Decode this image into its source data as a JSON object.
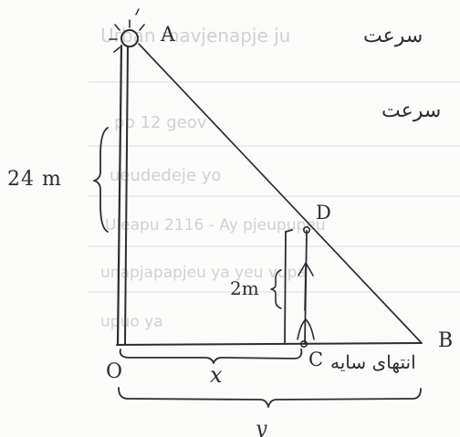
{
  "labels": {
    "point_A": "A",
    "point_B": "B",
    "point_C": "C",
    "point_D": "D",
    "point_O": "O",
    "height_pole": "24 m",
    "height_person": "2m",
    "distance_x": "x",
    "distance_y": "y",
    "shadow_end_label": "انتهای سایه",
    "top_note_1": "سرعت",
    "top_note_2": "سرعت"
  },
  "background_bleed": [
    "Urban mavjenapje ju",
    "pp 12 geov",
    "ueudedeje yo",
    "Uleapu 2116 - Ay pjeupupeu",
    "unapjapapjeu ya yeu vupa",
    "upuo ya"
  ],
  "colors": {
    "ink": "#2b2d33",
    "paper": "#fbfbfa",
    "bleed": "#9aa0a8"
  }
}
